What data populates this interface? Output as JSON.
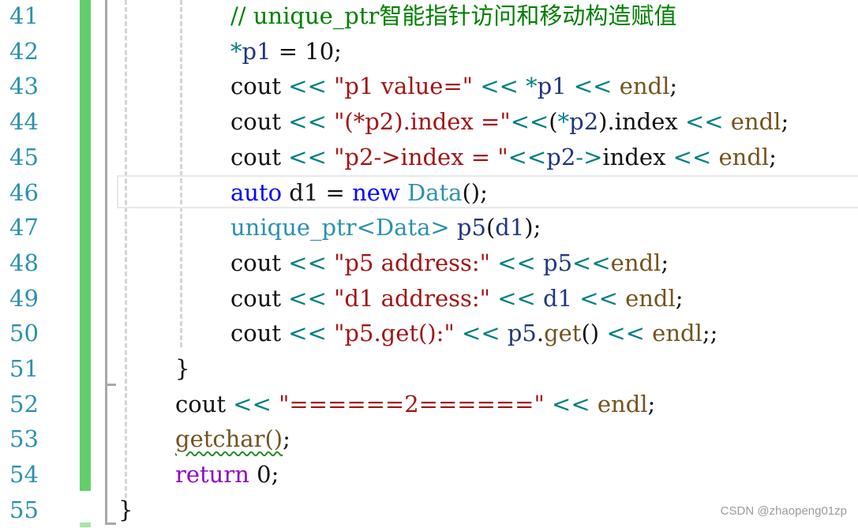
{
  "editor": {
    "line_numbers": [
      "41",
      "42",
      "43",
      "44",
      "45",
      "46",
      "47",
      "48",
      "49",
      "50",
      "51",
      "52",
      "53",
      "54",
      "55"
    ],
    "current_line": "46",
    "lines": [
      {
        "n": "41",
        "tokens": [
          {
            "t": "// unique_ptr智能指针访问和移动构造赋值",
            "c": "cm"
          }
        ]
      },
      {
        "n": "42",
        "tokens": [
          {
            "t": "*",
            "c": "op"
          },
          {
            "t": "p1",
            "c": "var"
          },
          {
            "t": " = 10;",
            "c": ""
          }
        ]
      },
      {
        "n": "43",
        "tokens": [
          {
            "t": "cout ",
            "c": ""
          },
          {
            "t": "<<",
            "c": "op"
          },
          {
            "t": " \"p1 value=\" ",
            "c": "str"
          },
          {
            "t": "<<",
            "c": "op"
          },
          {
            "t": " *",
            "c": "op"
          },
          {
            "t": "p1",
            "c": "var"
          },
          {
            "t": " << ",
            "c": "op"
          },
          {
            "t": "endl",
            "c": "fn"
          },
          {
            "t": ";",
            "c": ""
          }
        ]
      },
      {
        "n": "44",
        "tokens": [
          {
            "t": "cout ",
            "c": ""
          },
          {
            "t": "<<",
            "c": "op"
          },
          {
            "t": " \"(*p2).index =\"",
            "c": "str"
          },
          {
            "t": "<<",
            "c": "op"
          },
          {
            "t": "(",
            "c": ""
          },
          {
            "t": "*",
            "c": "op"
          },
          {
            "t": "p2",
            "c": "var"
          },
          {
            "t": ").index ",
            "c": ""
          },
          {
            "t": "<<",
            "c": "op"
          },
          {
            "t": " endl",
            "c": "fn"
          },
          {
            "t": ";",
            "c": ""
          }
        ]
      },
      {
        "n": "45",
        "tokens": [
          {
            "t": "cout ",
            "c": ""
          },
          {
            "t": "<<",
            "c": "op"
          },
          {
            "t": " \"p2->index = \"",
            "c": "str"
          },
          {
            "t": "<<",
            "c": "op"
          },
          {
            "t": "p2",
            "c": "var"
          },
          {
            "t": "->",
            "c": "op"
          },
          {
            "t": "index ",
            "c": ""
          },
          {
            "t": "<<",
            "c": "op"
          },
          {
            "t": " endl",
            "c": "fn"
          },
          {
            "t": ";",
            "c": ""
          }
        ]
      },
      {
        "n": "46",
        "tokens": [
          {
            "t": "auto",
            "c": "kw"
          },
          {
            "t": " d1 = ",
            "c": ""
          },
          {
            "t": "new",
            "c": "kw"
          },
          {
            "t": " Data",
            "c": "ty"
          },
          {
            "t": "();",
            "c": ""
          }
        ]
      },
      {
        "n": "47",
        "tokens": [
          {
            "t": "unique_ptr<Data>",
            "c": "ty"
          },
          {
            "t": " p5",
            "c": "var"
          },
          {
            "t": "(",
            "c": ""
          },
          {
            "t": "d1",
            "c": "var"
          },
          {
            "t": ");",
            "c": ""
          }
        ]
      },
      {
        "n": "48",
        "tokens": [
          {
            "t": "cout ",
            "c": ""
          },
          {
            "t": "<<",
            "c": "op"
          },
          {
            "t": " \"p5 address:\" ",
            "c": "str"
          },
          {
            "t": "<<",
            "c": "op"
          },
          {
            "t": " p5",
            "c": "var"
          },
          {
            "t": "<<",
            "c": "op"
          },
          {
            "t": "endl",
            "c": "fn"
          },
          {
            "t": ";",
            "c": ""
          }
        ]
      },
      {
        "n": "49",
        "tokens": [
          {
            "t": "cout ",
            "c": ""
          },
          {
            "t": "<<",
            "c": "op"
          },
          {
            "t": " \"d1 address:\" ",
            "c": "str"
          },
          {
            "t": "<<",
            "c": "op"
          },
          {
            "t": " d1",
            "c": "var"
          },
          {
            "t": " << ",
            "c": "op"
          },
          {
            "t": "endl",
            "c": "fn"
          },
          {
            "t": ";",
            "c": ""
          }
        ]
      },
      {
        "n": "50",
        "tokens": [
          {
            "t": "cout ",
            "c": ""
          },
          {
            "t": "<<",
            "c": "op"
          },
          {
            "t": " \"p5.get():\" ",
            "c": "str"
          },
          {
            "t": "<<",
            "c": "op"
          },
          {
            "t": " p5",
            "c": "var"
          },
          {
            "t": ".",
            "c": ""
          },
          {
            "t": "get",
            "c": "fn"
          },
          {
            "t": "() ",
            "c": ""
          },
          {
            "t": "<<",
            "c": "op"
          },
          {
            "t": " endl",
            "c": "fn"
          },
          {
            "t": ";;",
            "c": ""
          }
        ]
      },
      {
        "n": "51",
        "tokens": [
          {
            "t": "}",
            "c": ""
          }
        ]
      },
      {
        "n": "52",
        "tokens": [
          {
            "t": "cout ",
            "c": ""
          },
          {
            "t": "<<",
            "c": "op"
          },
          {
            "t": " \"======2======\" ",
            "c": "str"
          },
          {
            "t": "<<",
            "c": "op"
          },
          {
            "t": " endl",
            "c": "fn"
          },
          {
            "t": ";",
            "c": ""
          }
        ]
      },
      {
        "n": "53",
        "tokens": [
          {
            "t": "getchar()",
            "c": "fn squig"
          },
          {
            "t": ";",
            "c": ""
          }
        ]
      },
      {
        "n": "54",
        "tokens": [
          {
            "t": "return",
            "c": "kw2"
          },
          {
            "t": " 0;",
            "c": ""
          }
        ]
      },
      {
        "n": "55",
        "tokens": [
          {
            "t": "}",
            "c": ""
          }
        ]
      }
    ]
  },
  "watermark": "CSDN @zhaopeng01zp"
}
